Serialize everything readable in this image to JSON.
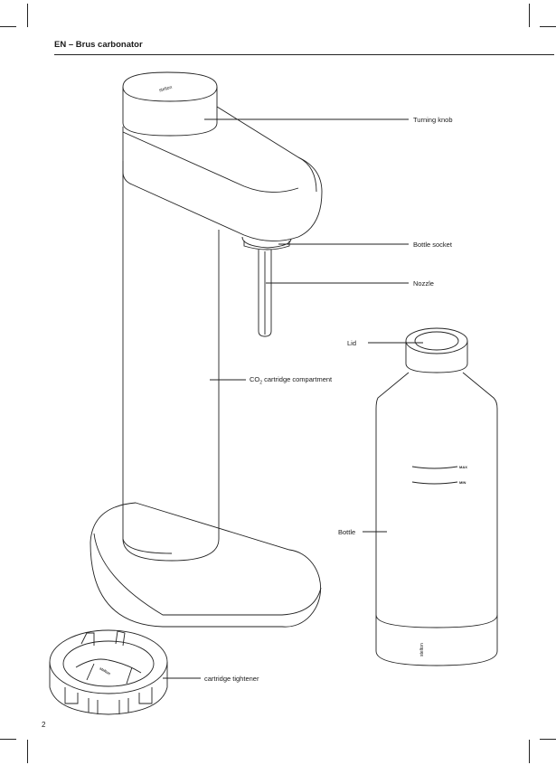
{
  "header": {
    "title": "EN – Brus carbonator"
  },
  "page": {
    "number": "2"
  },
  "product": {
    "brand_mark": "stelton",
    "bottle_max": "MAX",
    "bottle_min": "MIN"
  },
  "labels": {
    "turning_knob": "Turning knob",
    "bottle_socket": "Bottle socket",
    "nozzle": "Nozzle",
    "lid": "Lid",
    "co2_prefix": "CO",
    "co2_sub": "2",
    "co2_suffix": " cartridge compartment",
    "bottle": "Bottle",
    "cartridge_tightener": "cartridge tightener"
  }
}
